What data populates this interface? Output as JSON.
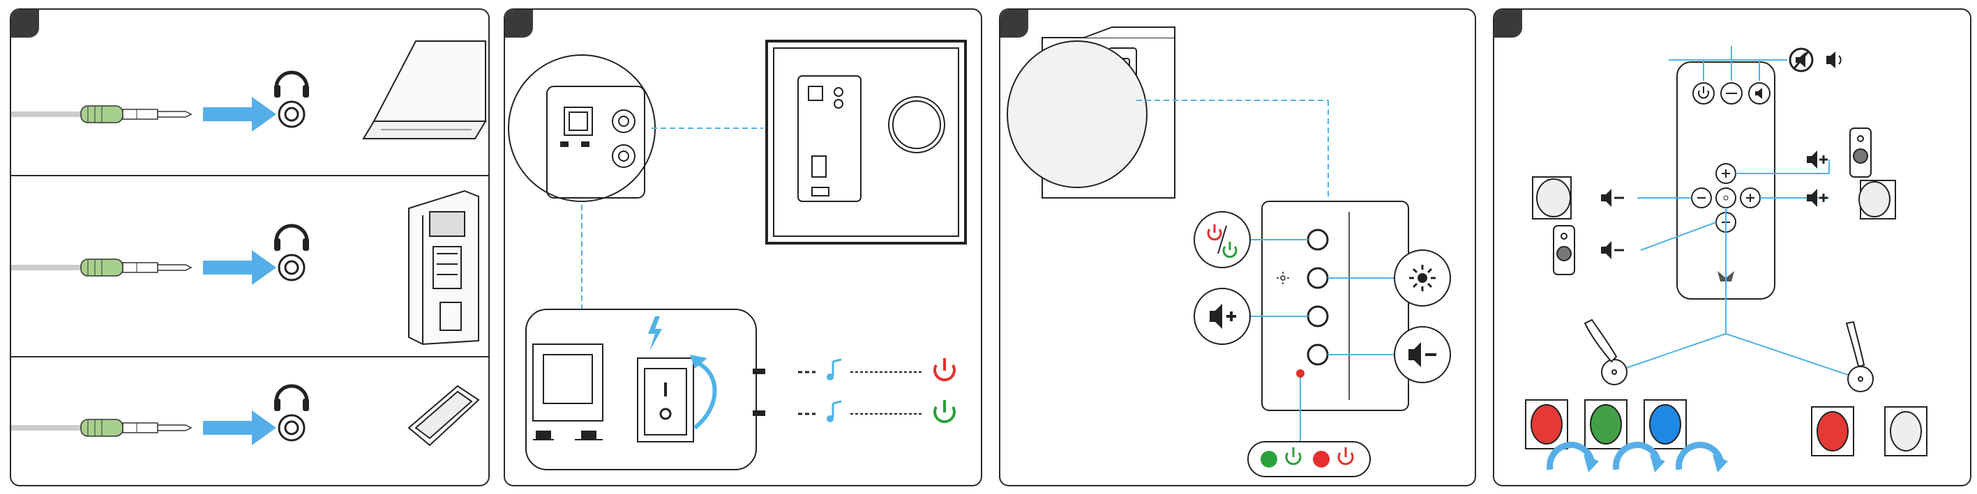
{
  "panels": [
    {
      "id": 1,
      "label": ""
    },
    {
      "id": 2,
      "label": ""
    },
    {
      "id": 3,
      "label": ""
    },
    {
      "id": 4,
      "label": ""
    }
  ],
  "colors": {
    "line_blue": "#4fb3e6",
    "arrow_blue": "#56aee8",
    "power_red": "#e52e2e",
    "power_green": "#2aa03a",
    "plug_green": "#a8d08d",
    "dark": "#2b2b2b"
  },
  "panel1": {
    "rows": [
      {
        "source": "laptop-icon"
      },
      {
        "source": "desktop-pc-icon"
      },
      {
        "source": "smartphone-icon"
      }
    ],
    "target": "headphones-icon"
  },
  "panel2": {
    "icons": [
      "power-switch-icon",
      "optical-input-icon",
      "lightning-icon",
      "music-note-icon",
      "power-icon"
    ]
  },
  "panel3": {
    "buttons": [
      "power-standby-button",
      "light-button",
      "volume-up-button",
      "volume-down-button"
    ],
    "status": [
      "green-led-power-on",
      "red-led-power-standby"
    ]
  },
  "panel4": {
    "remote_buttons": [
      "power-button",
      "input-button",
      "mute-button",
      "plus-button",
      "minus-button",
      "left-minus-button",
      "right-plus-button",
      "light-button"
    ],
    "lighting_colors": [
      "#e53935",
      "#43a047",
      "#1e88e5"
    ]
  }
}
